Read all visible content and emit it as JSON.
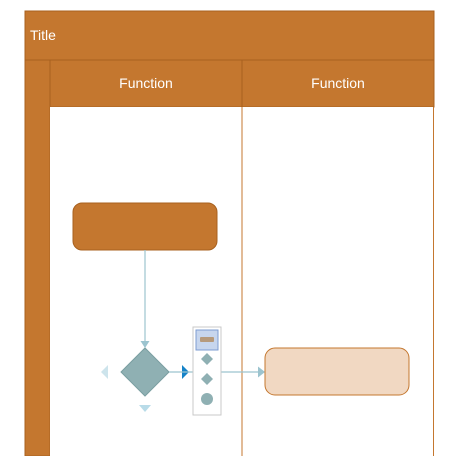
{
  "diagram": {
    "type": "cross-functional swimlane flowchart",
    "title": "Title",
    "lanes": [
      {
        "label": "Function"
      },
      {
        "label": "Function"
      }
    ],
    "shapes": [
      {
        "kind": "process",
        "lane": 1,
        "state": "filled"
      },
      {
        "kind": "decision",
        "lane": 1,
        "state": "selected"
      },
      {
        "kind": "process",
        "lane": 2,
        "state": "preview"
      }
    ],
    "quick_shapes_menu": [
      "rectangle",
      "diamond",
      "diamond",
      "circle"
    ],
    "colors": {
      "pool": "#c4772f",
      "pool_border": "#a8611f",
      "process_fill": "#c4772f",
      "decision_fill": "#8fb0b3",
      "preview_fill": "#f1d8c2",
      "connector": "#9cc4cf",
      "arrow_accent": "#1683c8"
    }
  }
}
